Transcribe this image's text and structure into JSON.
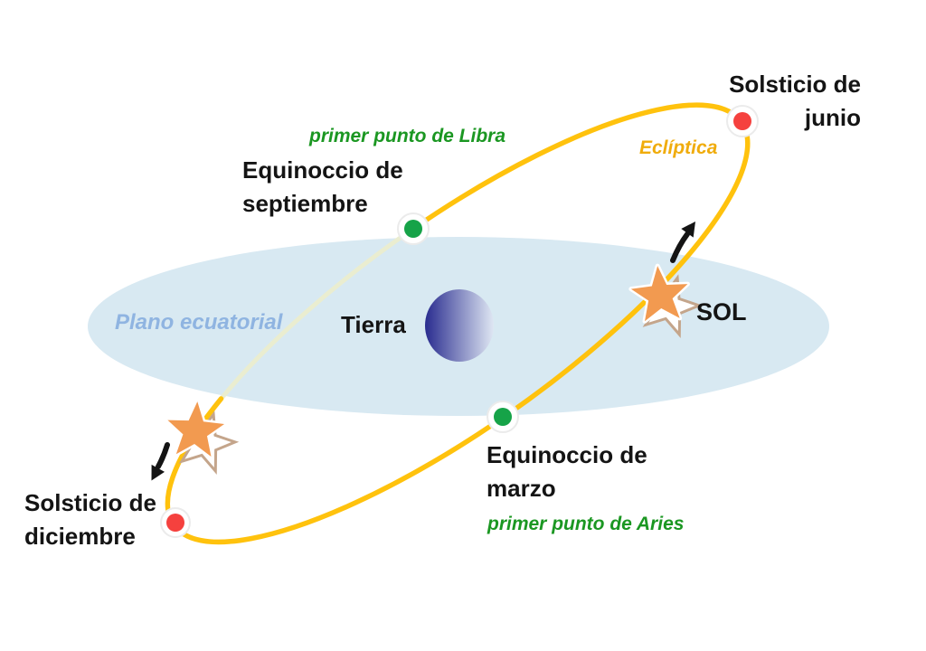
{
  "diagram": {
    "labels": {
      "june_solstice": {
        "lines": [
          "Solsticio de",
          "junio"
        ]
      },
      "december_solstice": {
        "lines": [
          "Solsticio de",
          "diciembre"
        ]
      },
      "september_equinox": {
        "lines": [
          "Equinoccio de",
          "septiembre"
        ]
      },
      "march_equinox": {
        "lines": [
          "Equinoccio de",
          "marzo"
        ]
      },
      "libra_point": "primer punto de Libra",
      "aries_point": "primer punto de Aries",
      "ecliptic": "Eclíptica",
      "equatorial_plane": "Plano ecuatorial",
      "earth": "Tierra",
      "sun": "SOL"
    },
    "colors": {
      "background": "#ffffff",
      "ecliptic_line": "#ffc20d",
      "ecliptic_hidden_line": "#eaedd0",
      "ecliptic_label": "#f0ac0c",
      "equatorial_plane_fill": "#d8e9f2",
      "equatorial_plane_label": "#8fb4e1",
      "green_label": "#1b9722",
      "black_text": "#141414",
      "solstice_dot": "#f5413e",
      "equinox_dot": "#16a348",
      "dot_halo": "#ffffff",
      "dot_halo_edge": "#ebebeb",
      "sun_star_fill": "#f29a50",
      "sun_star_border": "#ffffff",
      "sun_star_shadow_outline": "#c4a58b",
      "earth_gradient_dark": "#292c8f",
      "earth_gradient_light": "#dfe7f3",
      "arrow": "#141414"
    }
  }
}
